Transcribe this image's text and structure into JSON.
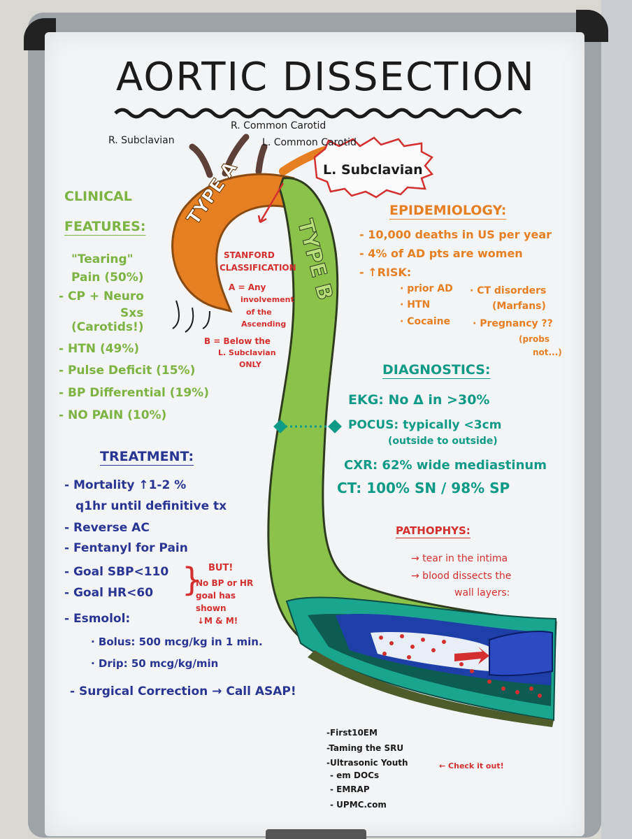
{
  "title": "AORTIC DISSECTION",
  "arteries": {
    "r_subclavian": "R. Subclavian",
    "r_common_carotid": "R. Common Carotid",
    "l_common_carotid": "L. Common Carotid",
    "l_subclavian": "L. Subclavian"
  },
  "types": {
    "a": "TYPE A",
    "b": "TYPE B"
  },
  "stanford": {
    "heading_1": "STANFORD",
    "heading_2": "CLASSIFICATION",
    "a_lines": [
      "A = Any",
      "involvement",
      "of the",
      "Ascending"
    ],
    "b_lines": [
      "B = Below the",
      "L. Subclavian",
      "ONLY"
    ]
  },
  "clinical": {
    "heading_1": "CLINICAL",
    "heading_2": "FEATURES:",
    "lines": [
      "\"Tearing\"",
      "Pain (50%)",
      "- CP + Neuro",
      "Sxs",
      "(Carotids!)",
      "- HTN (49%)",
      "- Pulse Deficit (15%)",
      "- BP Differential (19%)",
      "- NO PAIN (10%)"
    ]
  },
  "epidemiology": {
    "heading": "EPIDEMIOLOGY:",
    "lines": [
      "- 10,000 deaths in US per year",
      "- 4% of AD pts are women",
      "- ↑RISK:",
      "· prior AD",
      "· CT disorders",
      "(Marfans)",
      "· HTN",
      "· Cocaine",
      "· Pregnancy ??",
      "(probs",
      "not...)"
    ]
  },
  "diagnostics": {
    "heading": "DIAGNOSTICS:",
    "lines": [
      "EKG: No Δ in >30%",
      "POCUS: typically <3cm",
      "(outside to outside)",
      "CXR: 62% wide mediastinum",
      "CT: 100% SN / 98% SP"
    ]
  },
  "treatment": {
    "heading": "TREATMENT:",
    "lines": [
      "- Mortality ↑1-2 %",
      "q1hr until definitive tx",
      "- Reverse AC",
      "- Fentanyl for Pain",
      "- Goal SBP<110",
      "- Goal HR<60",
      "- Esmolol:",
      "· Bolus: 500 mcg/kg in 1 min.",
      "· Drip: 50 mcg/kg/min",
      "- Surgical Correction → Call ASAP!"
    ],
    "but_lines": [
      "BUT!",
      "No BP or HR",
      "goal has",
      "shown",
      "↓M & M!"
    ]
  },
  "pathophys": {
    "heading": "PATHOPHYS:",
    "lines": [
      "→ tear in the intima",
      "→ blood dissects the",
      "wall layers:"
    ]
  },
  "resources": {
    "lines": [
      "-First10EM",
      "-Taming the SRU",
      "-Ultrasonic Youth",
      "- em DOCs",
      "- EMRAP",
      "- UPMC.com"
    ],
    "note": "← Check it out!"
  },
  "colors": {
    "green": "#7cb342",
    "orange": "#e67e22",
    "navy": "#283593",
    "teal": "#0e9a86",
    "red": "#d32f2f"
  }
}
